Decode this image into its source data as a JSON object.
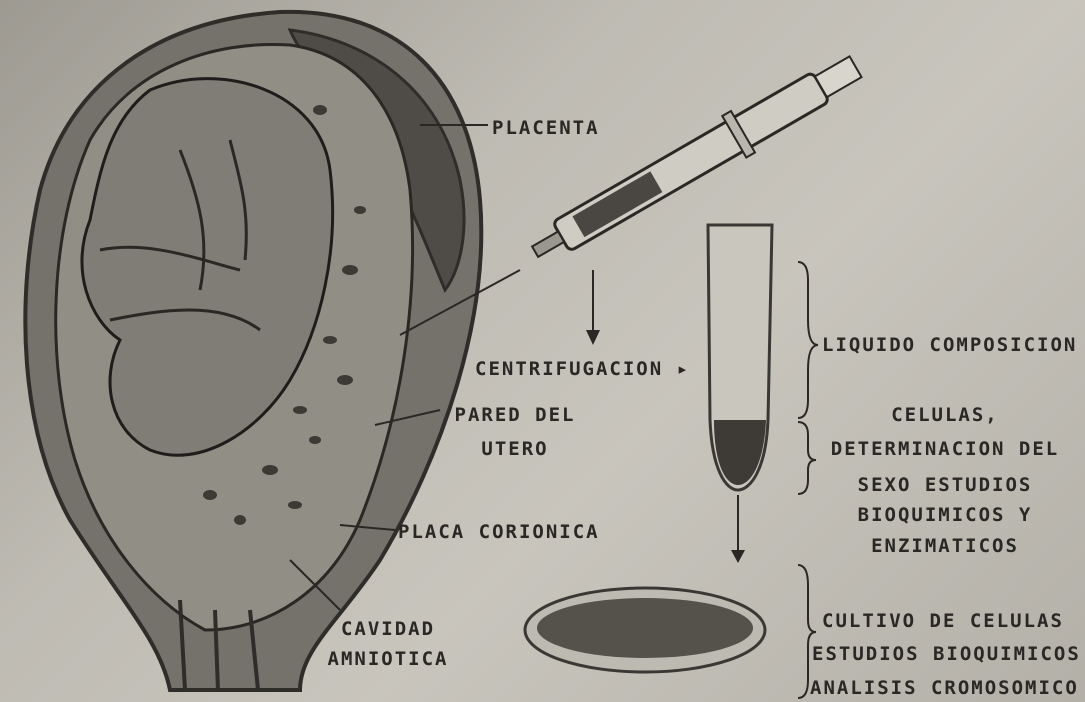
{
  "labels": {
    "placenta": "PLACENTA",
    "centrifugacion": "CENTRIFUGACION ▸",
    "liquido": "LIQUIDO  COMPOSICION",
    "pared_line1": "PARED DEL",
    "pared_line2": "UTERO",
    "celulas_line1": "CELULAS,",
    "celulas_line2": "DETERMINACION DEL",
    "celulas_line3": "SEXO ESTUDIOS",
    "celulas_line4": "BIOQUIMICOS Y",
    "celulas_line5": "ENZIMATICOS",
    "placa": "PLACA CORIONICA",
    "cavidad_line1": "CAVIDAD",
    "cavidad_line2": "AMNIOTICA",
    "cultivo_line1": "CULTIVO DE CELULAS",
    "cultivo_line2": "ESTUDIOS BIOQUIMICOS",
    "cultivo_line3": "ANALISIS CROMOSOMICO"
  },
  "colors": {
    "ink": "#2a2825",
    "uterus_wall": "#6e6b64",
    "fluid": "#8f8c84"
  }
}
